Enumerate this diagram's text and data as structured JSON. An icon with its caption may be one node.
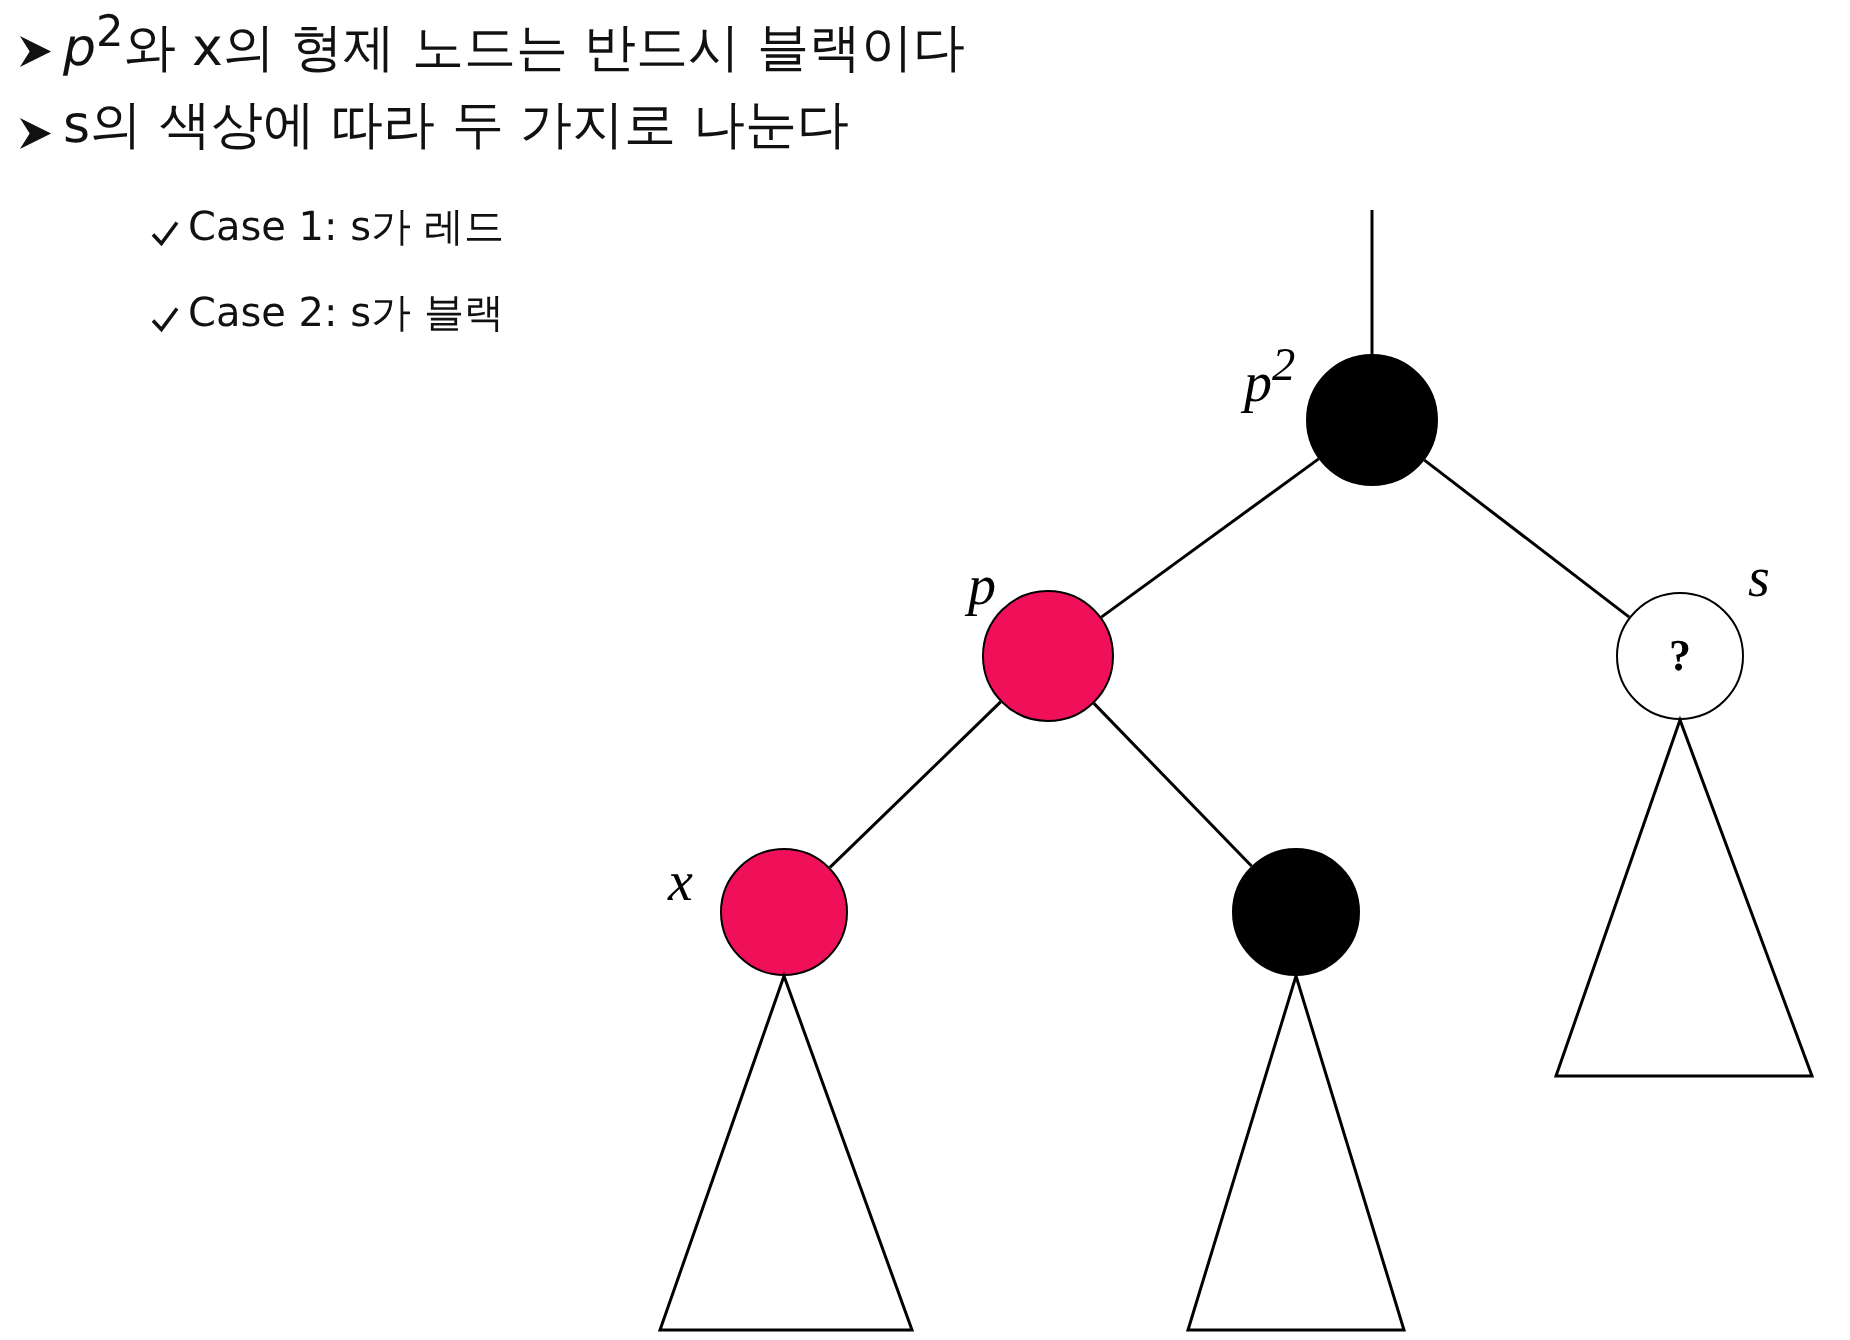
{
  "diagram": {
    "nodes": [
      {
        "text": [],
        "shape": "circle",
        "beside": [
          "*p*$^{2}$"
        ]
      },
      {
        "text": [],
        "shape": "circle",
        "beside": [
          "p"
        ]
      },
      {
        "text": [
          "?"
        ],
        "beside": [
          "s"
        ]
      },
      {
        "text": [],
        "shape": "circle",
        "beside": [
          "x"
        ]
      },
      {
        "text": [],
        "shape": "circle"
      },
      {
        "text": [],
        "shape": "triangle"
      },
      {
        "text": [],
        "shape": "triangle"
      },
      {
        "text": [],
        "shape": "triangle"
      }
    ],
    "edges": [
      {
        "from": null,
        "to": 0,
        "arrow": "none"
      },
      {
        "from": 0,
        "to": 1,
        "arrow": "none"
      },
      {
        "from": 0,
        "to": 2,
        "arrow": "none"
      },
      {
        "from": 1,
        "to": 3,
        "arrow": "none"
      },
      {
        "from": 1,
        "to": 4,
        "arrow": "none"
      }
    ],
    "labels": [
      "*p*$^{2}$와 x의 형제 노드는 반드시 블랙이다",
      "s의 색상에 따라 두 가지로 나눈다",
      "Case 1: s가 레드",
      "Case 2: s가 블랙"
    ]
  }
}
